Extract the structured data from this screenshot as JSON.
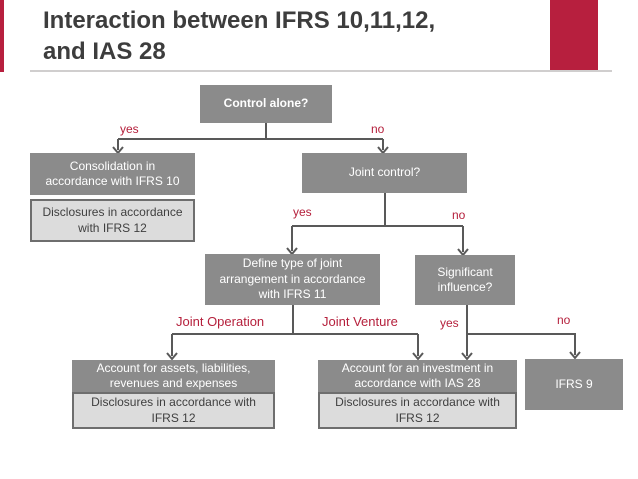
{
  "slide_title": "Interaction between IFRS 10,11,12,\nand IAS 28",
  "colors": {
    "accent_red": "#b71f3e",
    "node_gray": "#8b8b8b",
    "light_node_bg": "#dcdcdc",
    "light_node_border": "#6e6e6e",
    "connector_gray": "#595959",
    "label_red": "#b5203c",
    "title_gray": "#3d3d3d"
  },
  "flowchart": {
    "control_alone": "Control alone?",
    "consolidation": "Consolidation in\naccordance with IFRS 10",
    "disclosures_ifrs12_left": "Disclosures in accordance\nwith IFRS 12",
    "joint_control": "Joint control?",
    "define_joint_arrangement": "Define type of joint\narrangement in accordance\nwith IFRS 11",
    "significant_influence": "Significant\ninfluence?",
    "account_assets_liabilities": "Account for assets, liabilities,\nrevenues and expenses",
    "disclosures_ifrs12_mid": "Disclosures in accordance with\nIFRS 12",
    "account_investment_ias28": "Account for an investment in\naccordance with IAS 28",
    "disclosures_ifrs12_right": "Disclosures in accordance with\nIFRS 12",
    "ifrs9": "IFRS 9",
    "labels": {
      "yes_control": "yes",
      "no_control": "no",
      "yes_joint": "yes",
      "no_joint": "no",
      "joint_operation": "Joint Operation",
      "joint_venture": "Joint Venture",
      "yes_significant": "yes",
      "no_significant": "no"
    }
  }
}
